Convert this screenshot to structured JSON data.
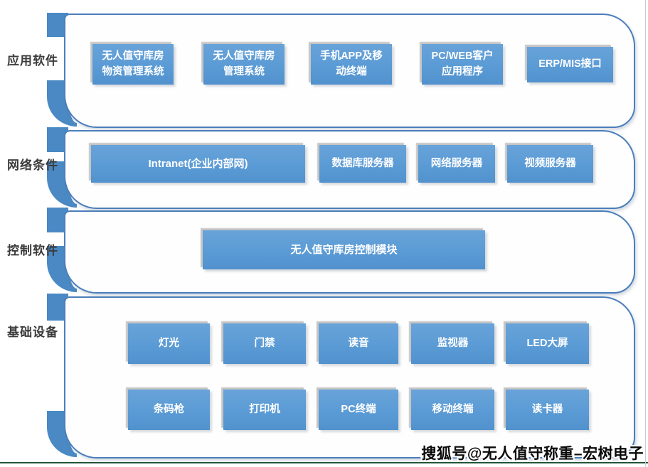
{
  "bands": [
    {
      "label": "应用软件",
      "rows": [
        [
          "无人值守库房\n物资管理系统",
          "无人值守库房\n管理系统",
          "手机APP及移\n动终端",
          "PC/WEB客户\n应用程序",
          "ERP/MIS接口"
        ]
      ]
    },
    {
      "label": "网络条件",
      "rows": [
        [
          "Intranet(企业内部网)",
          "数据库服务器",
          "网络服务器",
          "视频服务器"
        ]
      ]
    },
    {
      "label": "控制软件",
      "rows": [
        [
          "无人值守库房控制模块"
        ]
      ]
    },
    {
      "label": "基础设备",
      "rows": [
        [
          "灯光",
          "门禁",
          "读音",
          "监视器",
          "LED大屏"
        ],
        [
          "条码枪",
          "打印机",
          "PC终端",
          "移动终端",
          "读卡器"
        ]
      ]
    }
  ],
  "watermark": "搜狐号@无人值守称重–宏树电子",
  "colors": {
    "node_blue": "#5b9bd5",
    "ribbon_blue": "#4a89c4",
    "band_border": "#4a7ebb",
    "bottom_line_green": "#215539",
    "label_text": "#3b3b3b",
    "node_text": "#ffffff"
  }
}
